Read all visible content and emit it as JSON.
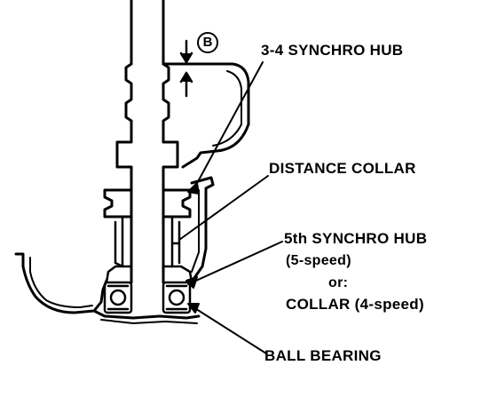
{
  "diagram": {
    "dimension_marker": "B",
    "labels": {
      "synchro_hub_34": "3-4 SYNCHRO HUB",
      "distance_collar": "DISTANCE COLLAR",
      "synchro_hub_5th": "5th SYNCHRO HUB",
      "five_speed": "(5-speed)",
      "or": "or:",
      "collar_4speed": "COLLAR (4-speed)",
      "ball_bearing": "BALL BEARING"
    },
    "colors": {
      "ink": "#000000",
      "paper": "#ffffff"
    }
  }
}
